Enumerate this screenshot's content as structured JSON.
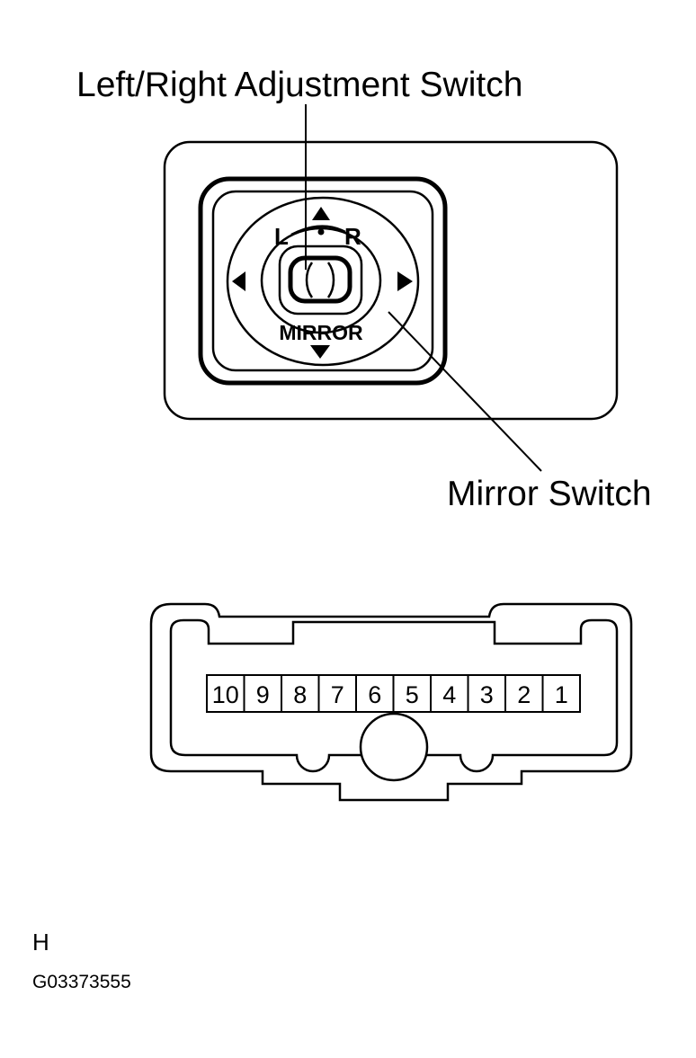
{
  "labels": {
    "left_right_adjustment_switch": "Left/Right Adjustment Switch",
    "mirror_switch": "Mirror Switch"
  },
  "switch_face": {
    "left_text": "L",
    "right_text": "R",
    "mirror_text": "MIRROR"
  },
  "connector": {
    "pins": [
      "10",
      "9",
      "8",
      "7",
      "6",
      "5",
      "4",
      "3",
      "2",
      "1"
    ]
  },
  "footer": {
    "letter": "H",
    "code": "G03373555"
  }
}
